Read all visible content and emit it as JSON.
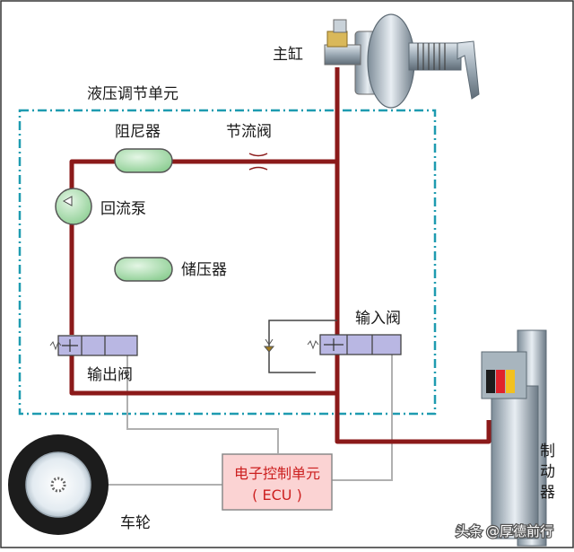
{
  "labels": {
    "master_cylinder": "主缸",
    "hydraulic_unit": "液压调节单元",
    "damper": "阻尼器",
    "throttle_valve": "节流阀",
    "return_pump": "回流泵",
    "accumulator": "储压器",
    "inlet_valve": "输入阀",
    "outlet_valve": "输出阀",
    "ecu_line1": "电子控制单元",
    "ecu_line2": "( ECU )",
    "wheel": "车轮",
    "brake_line1": "制",
    "brake_line2": "动",
    "brake_line3": "器"
  },
  "watermark": {
    "platform": "头条",
    "author": "@厚德前行"
  },
  "colors": {
    "pipe": "#8b1a1a",
    "dash_box": "#1e9bb0",
    "label_text": "#1a1a1a",
    "component_green": "#a9dcae",
    "valve_blue": "#b9b7e3",
    "ecu_fill": "#fbd3d3",
    "ecu_text": "#cc1f1f",
    "wire": "#b0b0b0",
    "tire": "#1c1c1c",
    "rim": "#eaf0f5"
  }
}
